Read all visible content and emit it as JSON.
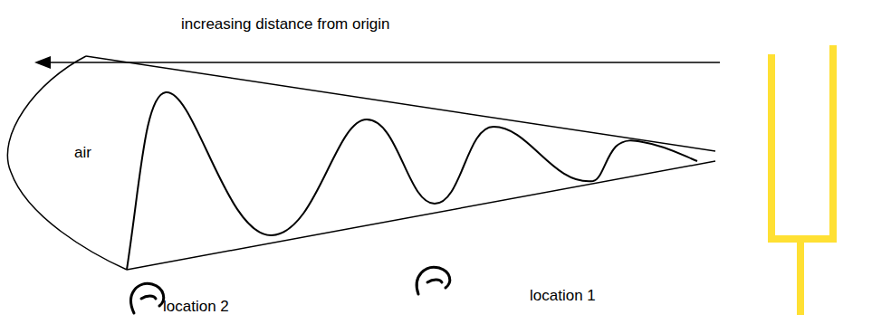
{
  "diagram": {
    "labels": [
      "increasing distance from origin",
      "air",
      "location 1",
      "location 2"
    ]
  }
}
